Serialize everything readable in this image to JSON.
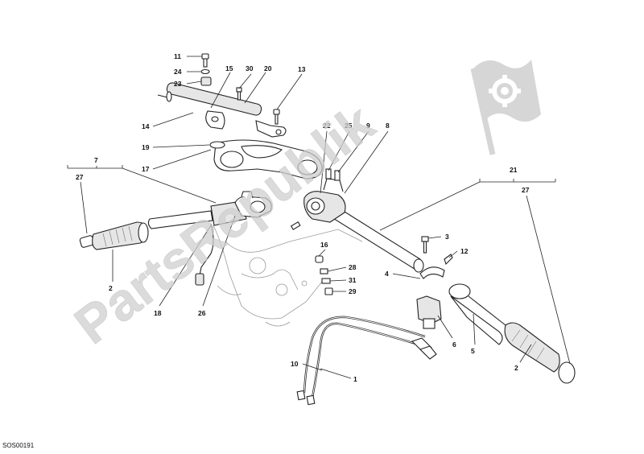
{
  "diagram_code": "SOS00191",
  "watermark_text": "PartsRepublik",
  "callouts": {
    "c11": "11",
    "c24": "24",
    "c23": "23",
    "c15": "15",
    "c30": "30",
    "c20": "20",
    "c13": "13",
    "c14": "14",
    "c19": "19",
    "c17": "17",
    "c7": "7",
    "c27_left": "27",
    "c2_left": "2",
    "c18": "18",
    "c26": "26",
    "c22": "22",
    "c25": "25",
    "c9": "9",
    "c8": "8",
    "c21": "21",
    "c27_right": "27",
    "c3": "3",
    "c12": "12",
    "c4": "4",
    "c16": "16",
    "c28": "28",
    "c31": "31",
    "c29": "29",
    "c6": "6",
    "c5": "5",
    "c2_right": "2",
    "c10": "10",
    "c1": "1"
  },
  "colors": {
    "line": "#222222",
    "watermark": "#d4d4d4",
    "background": "#ffffff"
  }
}
